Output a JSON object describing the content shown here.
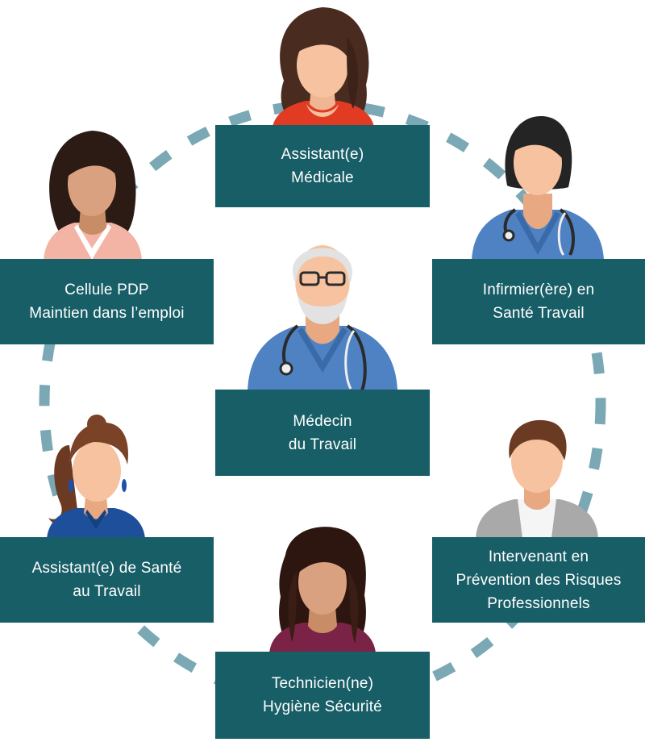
{
  "colors": {
    "box": "#185e67",
    "ring": "#7aa8b4",
    "text": "#ffffff"
  },
  "roles": [
    {
      "id": "assistant-medicale",
      "line1": "Assistant(e)",
      "line2": "Médicale"
    },
    {
      "id": "infirmier",
      "line1": "Infirmier(ère) en",
      "line2": "Santé Travail"
    },
    {
      "id": "cellule-pdp",
      "line1": "Cellule PDP",
      "line2": "Maintien dans l’emploi"
    },
    {
      "id": "medecin",
      "line1": "Médecin",
      "line2": "du Travail"
    },
    {
      "id": "assistant-sante",
      "line1": "Assistant(e) de Santé",
      "line2": "au Travail"
    },
    {
      "id": "intervenant",
      "line1": "Intervenant en",
      "line2": "Prévention des Risques",
      "line3": "Professionnels"
    },
    {
      "id": "technicien",
      "line1": "Technicien(ne)",
      "line2": "Hygiène Sécurité"
    }
  ],
  "people": [
    {
      "role": "assistant-medicale",
      "icon": "woman-brown-hair-red-top-icon"
    },
    {
      "role": "infirmier",
      "icon": "nurse-stethoscope-icon"
    },
    {
      "role": "cellule-pdp",
      "icon": "woman-dark-hair-pink-top-icon"
    },
    {
      "role": "medecin",
      "icon": "doctor-grey-hair-glasses-icon"
    },
    {
      "role": "assistant-sante",
      "icon": "woman-ponytail-earrings-icon"
    },
    {
      "role": "intervenant",
      "icon": "man-short-hair-grey-jacket-icon"
    },
    {
      "role": "technicien",
      "icon": "woman-curly-hair-burgundy-top-icon"
    }
  ]
}
